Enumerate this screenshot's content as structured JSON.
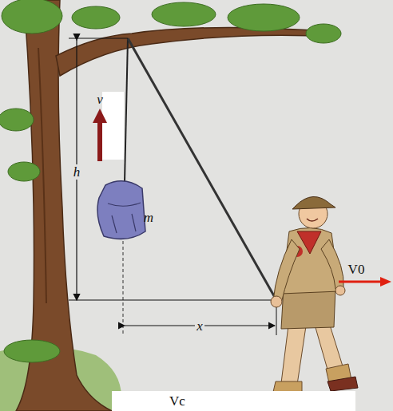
{
  "diagram": {
    "labels": [
      "v",
      "h",
      "m",
      "x",
      "V0",
      "Vc"
    ]
  }
}
